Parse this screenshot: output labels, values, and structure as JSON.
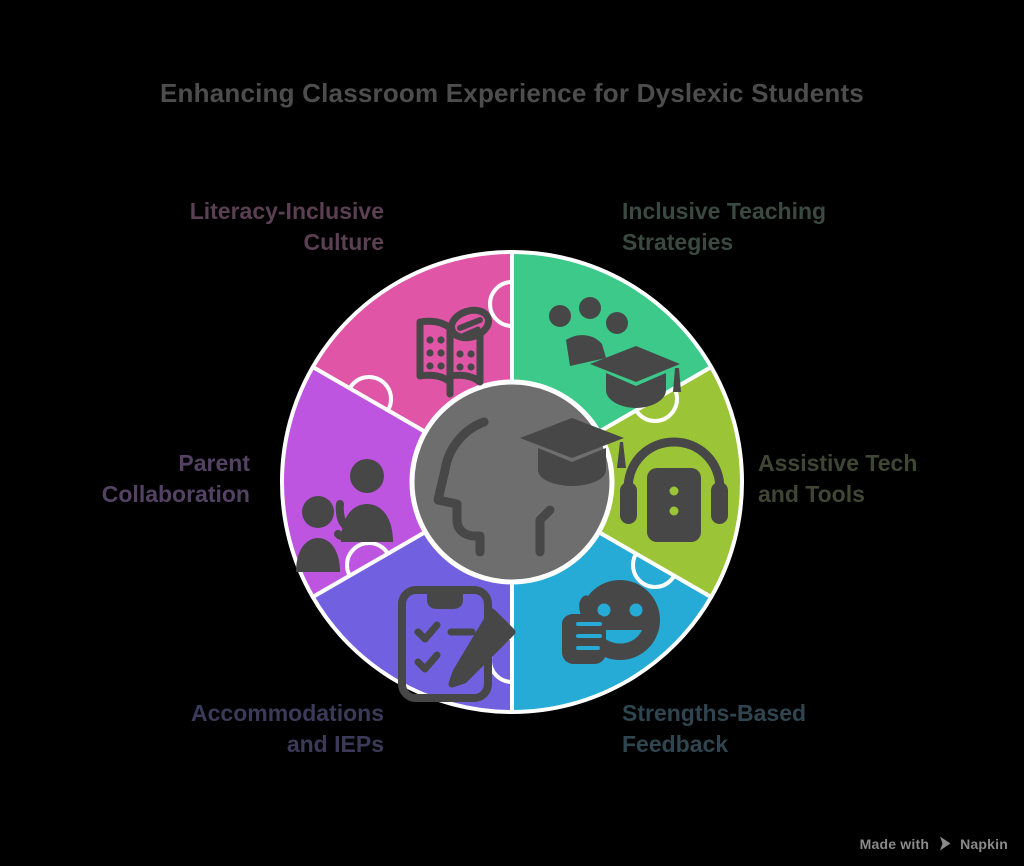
{
  "page": {
    "title": "Enhancing Classroom Experience for Dyslexic Students",
    "background_color": "#000000",
    "title_color": "#4d4d4d"
  },
  "wheel": {
    "type": "puzzle-wheel",
    "segment_count": 6,
    "center": {
      "icon": "head-graduation-cap-icon",
      "fill_color": "#6e6e6e",
      "icon_color": "#474747"
    },
    "segments": [
      {
        "id": "literacy-inclusive-culture",
        "label": "Literacy-Inclusive\nCulture",
        "color": "#e055a6",
        "label_color": "#5b3f52",
        "icon": "braille-open-book-icon",
        "position": "top-left"
      },
      {
        "id": "inclusive-teaching-strategies",
        "label": "Inclusive Teaching\nStrategies",
        "color": "#3cc98a",
        "label_color": "#3b4a40",
        "icon": "group-graduation-cap-icon",
        "position": "top-right"
      },
      {
        "id": "assistive-tech-and-tools",
        "label": "Assistive Tech\nand Tools",
        "color": "#9cc437",
        "label_color": "#3f4634",
        "icon": "headphones-device-icon",
        "position": "right"
      },
      {
        "id": "strengths-based-feedback",
        "label": "Strengths-Based\nFeedback",
        "color": "#26abd6",
        "label_color": "#2f4550",
        "icon": "smiley-thumbs-up-icon",
        "position": "bottom-right"
      },
      {
        "id": "accommodations-and-ieps",
        "label": "Accommodations\nand IEPs",
        "color": "#7160e0",
        "label_color": "#3b3a58",
        "icon": "clipboard-checklist-pencil-icon",
        "position": "bottom-left"
      },
      {
        "id": "parent-collaboration",
        "label": "Parent\nCollaboration",
        "color": "#bd55e0",
        "label_color": "#544264",
        "icon": "two-people-handshake-icon",
        "position": "left"
      }
    ]
  },
  "watermark": {
    "prefix": "Made with",
    "brand": "Napkin",
    "color": "#8a8a8a"
  }
}
